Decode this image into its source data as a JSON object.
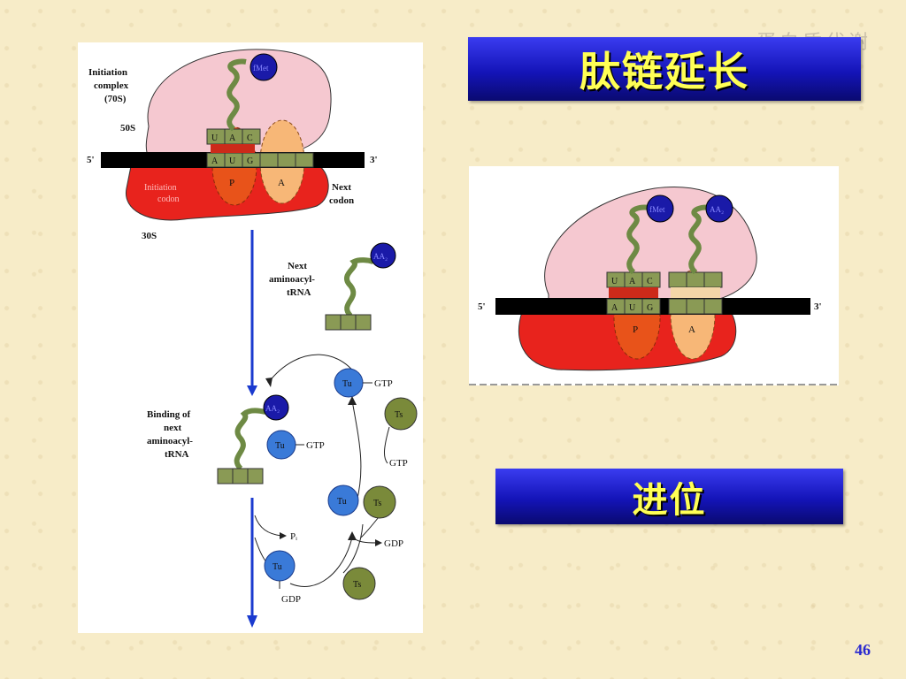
{
  "slide": {
    "title": "肽链延长",
    "subtitle": "进位",
    "watermark": "蛋白质代谢",
    "page_number": "46"
  },
  "left_diagram": {
    "initiation_label": [
      "Initiation",
      "complex",
      "(70S)"
    ],
    "large_subunit": "50S",
    "small_subunit": "30S",
    "five_prime": "5'",
    "three_prime": "3'",
    "anticodon": [
      "U",
      "A",
      "C"
    ],
    "codon": [
      "A",
      "U",
      "G"
    ],
    "p_site": "P",
    "a_site": "A",
    "met": "fMet",
    "initiation_codon": [
      "Initiation",
      "codon"
    ],
    "next_codon": [
      "Next",
      "codon"
    ],
    "next_trna_label": [
      "Next",
      "aminoacyl-",
      "tRNA"
    ],
    "aa2": "AA₂",
    "binding_label": [
      "Binding of",
      "next",
      "aminoacyl-",
      "tRNA"
    ],
    "tu": "Tu",
    "ts": "Ts",
    "gtp": "GTP",
    "gdp": "GDP",
    "pi": "Pᵢ"
  },
  "right_diagram": {
    "five_prime": "5'",
    "three_prime": "3'",
    "anticodon": [
      "U",
      "A",
      "C"
    ],
    "codon": [
      "A",
      "U",
      "G"
    ],
    "p_site": "P",
    "a_site": "A",
    "met": "fMet",
    "aa2": "AA₂"
  }
}
